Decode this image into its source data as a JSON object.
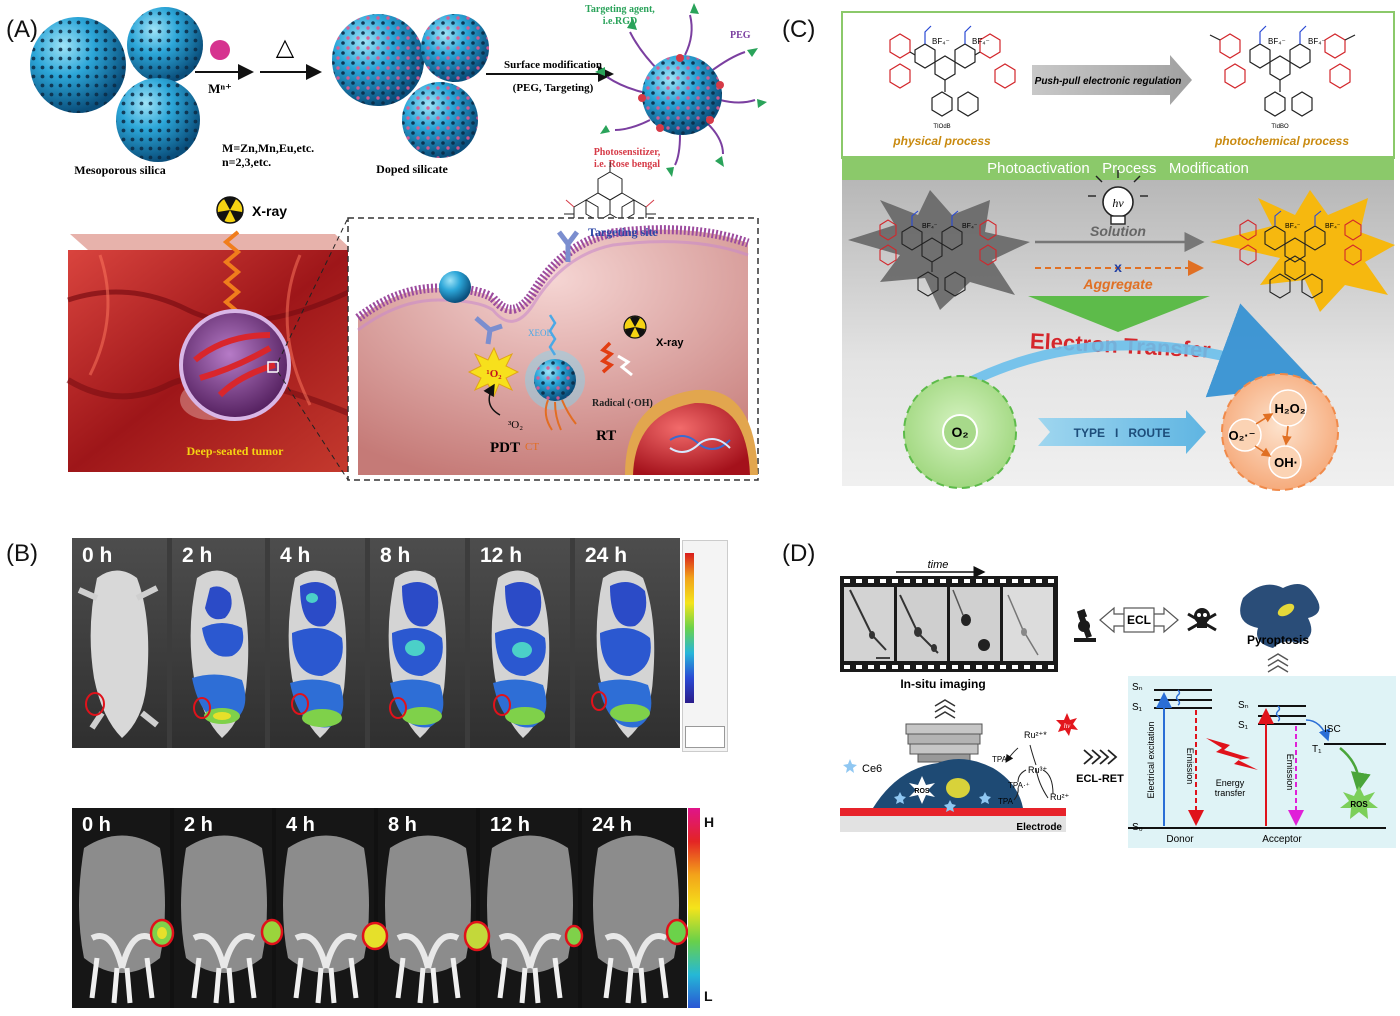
{
  "panels": {
    "a": "(A)",
    "b": "(B)",
    "c": "(C)",
    "d": "(D)"
  },
  "panel_a": {
    "metal_ion": "Mⁿ⁺",
    "heat_symbol": "△",
    "mesoporous_label": "Mesoporous silica",
    "doping_note_1": "M=Zn,Mn,Eu,etc.",
    "doping_note_2": "n=2,3,etc.",
    "doped_label": "Doped silicate",
    "surface_mod_1": "Surface modification",
    "surface_mod_2": "(PEG, Targeting)",
    "targeting_agent_1": "Targeting agent,",
    "targeting_agent_2": "i.e.RGD",
    "peg_label": "PEG",
    "photosensitizer_1": "Photosensitizer,",
    "photosensitizer_2": "i.e. Rose bengal",
    "xray_label": "X-ray",
    "tumor_label": "Deep-seated tumor",
    "targeting_site": "Targeting site",
    "xeol_label": "XEOL",
    "inset_xray": "X-ray",
    "singlet_oxygen": "¹O₂",
    "triplet_oxygen": "³O₂",
    "radical_label": "Radical (·OH)",
    "pdt_label": "PDT",
    "ct_label": "CT",
    "rt_label": "RT"
  },
  "panel_b": {
    "timepoints": [
      "0 h",
      "2 h",
      "4 h",
      "8 h",
      "12 h",
      "24 h"
    ],
    "scale_high": "H",
    "scale_low": "L"
  },
  "panel_c": {
    "bf4": "BF₄⁻",
    "compound_left": "TIOdB",
    "compound_right": "TIdBO",
    "regulation_label": "Push-pull electronic regulation",
    "physical_process": "physical process",
    "photochemical_process": "photochemical process",
    "banner": "Photoactivation   Process   Modification",
    "hv_label": "hv",
    "solution_label": "Solution",
    "aggregate_label": "Aggregate",
    "cross_mark": "x",
    "electron_transfer": "Electron Transfer",
    "o2_label": "O₂",
    "route_label": "TYPE   I   ROUTE",
    "h2o2_label": "H₂O₂",
    "superoxide_label": "O₂·⁻",
    "hydroxyl_label": "OH·"
  },
  "panel_d": {
    "time_label": "time",
    "insitu_label": "In-situ imaging",
    "ecl_label": "ECL",
    "pyroptosis_label": "Pyroptosis",
    "ce6_label": "Ce6",
    "ros_cell": "ROS",
    "electrode_label": "Electrode",
    "ru2_star": "Ru²⁺*",
    "ru3": "Ru³⁺",
    "ru2": "Ru²⁺",
    "tpa_star": "TPA·",
    "tpa_plus": "TPA·⁺",
    "tpa": "TPA",
    "hv_burst": "hv",
    "ecl_ret": "ECL-RET",
    "s_n_left": "Sₙ",
    "s_1_left": "S₁",
    "s_0": "S₀",
    "electrical_excitation": "Electrical excitation",
    "emission_donor": "Emission",
    "energy_transfer_1": "Energy",
    "energy_transfer_2": "transfer",
    "s_n_right": "Sₙ",
    "s_1_right": "S₁",
    "emission_acceptor": "Emission",
    "isc_label": "ISC",
    "t1_label": "T₁",
    "ros_burst": "ROS",
    "donor_label": "Donor",
    "acceptor_label": "Acceptor"
  },
  "colors": {
    "silica_blue": "#1f8fc4",
    "tissue_red": "#b52028",
    "membrane_purple": "#9c4b9e",
    "banner_green": "#8bc96a",
    "electron_transfer_red": "#d5262b",
    "ecl_panel_bg": "#dff3f6"
  }
}
